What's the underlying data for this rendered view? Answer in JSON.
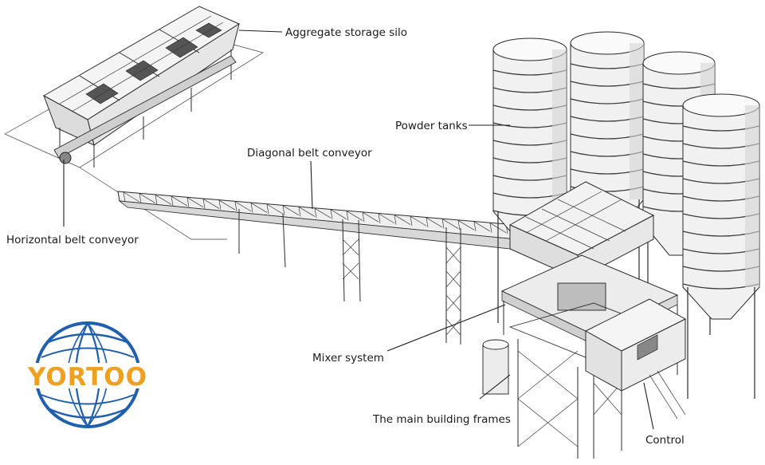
{
  "labels": {
    "aggregate_silo": "Aggregate storage silo",
    "powder_tanks": "Powder tanks",
    "diagonal_conveyor": "Diagonal belt conveyor",
    "horizontal_conveyor": "Horizontal belt conveyor",
    "mixer_system": "Mixer system",
    "main_frames": "The main building frames",
    "control": "Control"
  },
  "logo": {
    "text": "YORTOO",
    "colors": {
      "globe": "#1f5fae",
      "text": "#f0a020"
    }
  }
}
